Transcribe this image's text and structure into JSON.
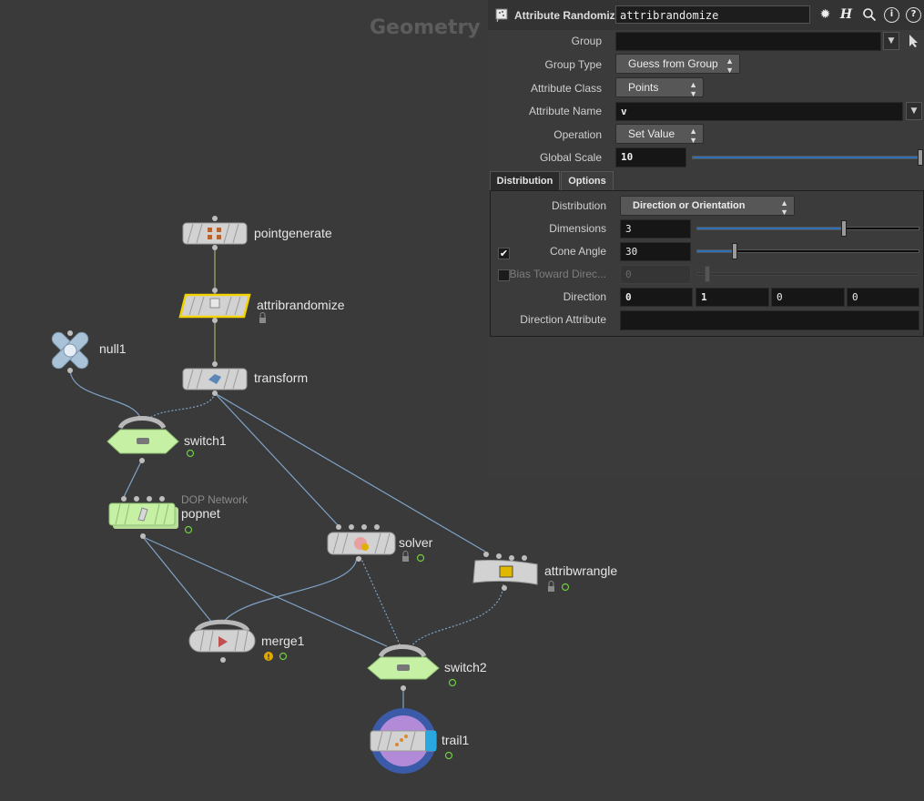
{
  "network": {
    "context_title": "Geometry",
    "nodes": {
      "pointgenerate": {
        "label": "pointgenerate"
      },
      "attribrandomize": {
        "label": "attribrandomize"
      },
      "null1": {
        "label": "null1"
      },
      "transform": {
        "label": "transform"
      },
      "switch1": {
        "label": "switch1"
      },
      "popnet": {
        "label": "popnet",
        "subtitle": "DOP Network"
      },
      "solver": {
        "label": "solver"
      },
      "attribwrangle": {
        "label": "attribwrangle"
      },
      "merge1": {
        "label": "merge1"
      },
      "switch2": {
        "label": "switch2"
      },
      "trail1": {
        "label": "trail1"
      }
    },
    "colors": {
      "selected_outline": "#f2d200",
      "dop_green": "#c6f0a4",
      "flag_green": "#6ecf3f",
      "warning": "#e0a800",
      "wire": "#7fa3c8",
      "trail_ring": "#3b5ba8"
    }
  },
  "panel": {
    "node_type": "Attribute Randomize",
    "node_name": "attribrandomize",
    "header_icons": [
      "gear-icon",
      "houdini-h-icon",
      "search-icon",
      "info-icon",
      "help-icon"
    ],
    "params": {
      "group_label": "Group",
      "group_value": "",
      "group_type_label": "Group Type",
      "group_type_value": "Guess from Group",
      "attribute_class_label": "Attribute Class",
      "attribute_class_value": "Points",
      "attribute_name_label": "Attribute Name",
      "attribute_name_value": "v",
      "operation_label": "Operation",
      "operation_value": "Set Value",
      "global_scale_label": "Global Scale",
      "global_scale_value": "10"
    },
    "tabs": [
      "Distribution",
      "Options"
    ],
    "distribution": {
      "distribution_label": "Distribution",
      "distribution_value": "Direction or Orientation",
      "dimensions_label": "Dimensions",
      "dimensions_value": "3",
      "dimensions_slider": 0.66,
      "cone_angle_label": "Cone Angle",
      "cone_angle_value": "30",
      "cone_angle_slider": 0.17,
      "cone_angle_enabled": true,
      "bias_label": "Bias Toward Direc...",
      "bias_value": "0",
      "bias_enabled": false,
      "direction_label": "Direction",
      "direction_values": [
        "0",
        "1",
        "0",
        "0"
      ],
      "direction_attribute_label": "Direction Attribute",
      "direction_attribute_value": ""
    }
  }
}
